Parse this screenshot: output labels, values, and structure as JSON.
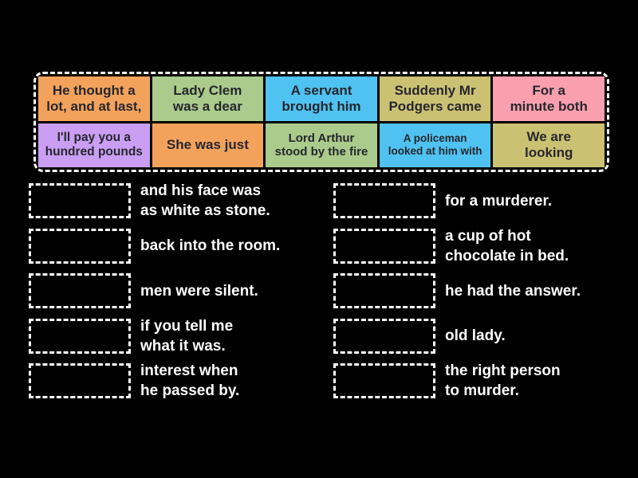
{
  "colors": {
    "background": "#000000",
    "dash_border": "#ffffff",
    "tile_text": "#26262d",
    "answer_text": "#ffffff",
    "orange": "#f3a25c",
    "green": "#aacb8b",
    "blue": "#4fc2f1",
    "khaki": "#cbc172",
    "pink": "#f99fae",
    "purple": "#ca9ef2"
  },
  "bank": {
    "tiles": [
      {
        "text": "He thought a lot, and at last,",
        "line1": "He thought a",
        "line2": "lot, and at last,",
        "color": "#f3a25c"
      },
      {
        "text": "Lady Clem was a dear",
        "line1": "Lady Clem",
        "line2": "was a dear",
        "color": "#aacb8b"
      },
      {
        "text": "A servant brought him",
        "line1": "A servant",
        "line2": "brought him",
        "color": "#4fc2f1"
      },
      {
        "text": "Suddenly Mr Podgers came",
        "line1": "Suddenly Mr",
        "line2": "Podgers came",
        "color": "#cbc172"
      },
      {
        "text": "For a minute both",
        "line1": "For a",
        "line2": "minute both",
        "color": "#f99fae"
      },
      {
        "text": "I'll pay you a hundred pounds",
        "line1": "I'll pay you a",
        "line2": "hundred pounds",
        "color": "#ca9ef2"
      },
      {
        "text": "She was just",
        "line1": "She was just",
        "line2": "",
        "color": "#f3a25c"
      },
      {
        "text": "Lord Arthur stood by the fire",
        "line1": "Lord Arthur",
        "line2": "stood by the fire",
        "color": "#aacb8b"
      },
      {
        "text": "A policeman looked at him with",
        "line1": "A policeman",
        "line2": "looked at him with",
        "color": "#4fc2f1"
      },
      {
        "text": "We are looking",
        "line1": "We are",
        "line2": "looking",
        "color": "#cbc172"
      }
    ]
  },
  "matches": {
    "left": [
      {
        "text": "and his face was as white as stone.",
        "line1": "and his face was",
        "line2": "as white as stone."
      },
      {
        "text": "back into the room.",
        "line1": "back into the room.",
        "line2": ""
      },
      {
        "text": "men were silent.",
        "line1": "men were silent.",
        "line2": ""
      },
      {
        "text": "if you tell me what it was.",
        "line1": "if you tell me",
        "line2": "what it was."
      },
      {
        "text": "interest when he passed by.",
        "line1": "interest when",
        "line2": "he passed by."
      }
    ],
    "right": [
      {
        "text": "for a murderer.",
        "line1": "for a murderer.",
        "line2": ""
      },
      {
        "text": "a cup of hot chocolate in bed.",
        "line1": "a cup of hot",
        "line2": "chocolate in bed."
      },
      {
        "text": "he had the answer.",
        "line1": "he had the answer.",
        "line2": ""
      },
      {
        "text": "old lady.",
        "line1": "old lady.",
        "line2": ""
      },
      {
        "text": "the right person to murder.",
        "line1": "the right person",
        "line2": "to murder."
      }
    ]
  }
}
